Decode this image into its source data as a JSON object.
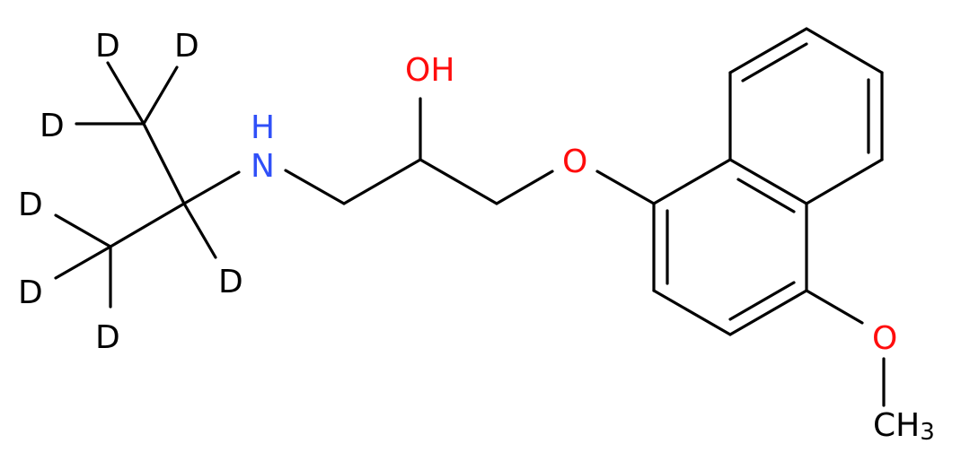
{
  "colors": {
    "bond": "#000000",
    "carbon_label": "#000000",
    "deuterium": "#000000",
    "nitrogen": "#3050F8",
    "oxygen": "#FF0D0D"
  },
  "atoms": {
    "hydroxyl": "OH",
    "amine": "N",
    "amine_h": "H",
    "ether_oxygen": "O",
    "methoxy_oxygen": "O",
    "methyl_c": "CH",
    "methyl_sub": "3",
    "deuterium": [
      "D",
      "D",
      "D",
      "D",
      "D",
      "D",
      "D"
    ]
  }
}
